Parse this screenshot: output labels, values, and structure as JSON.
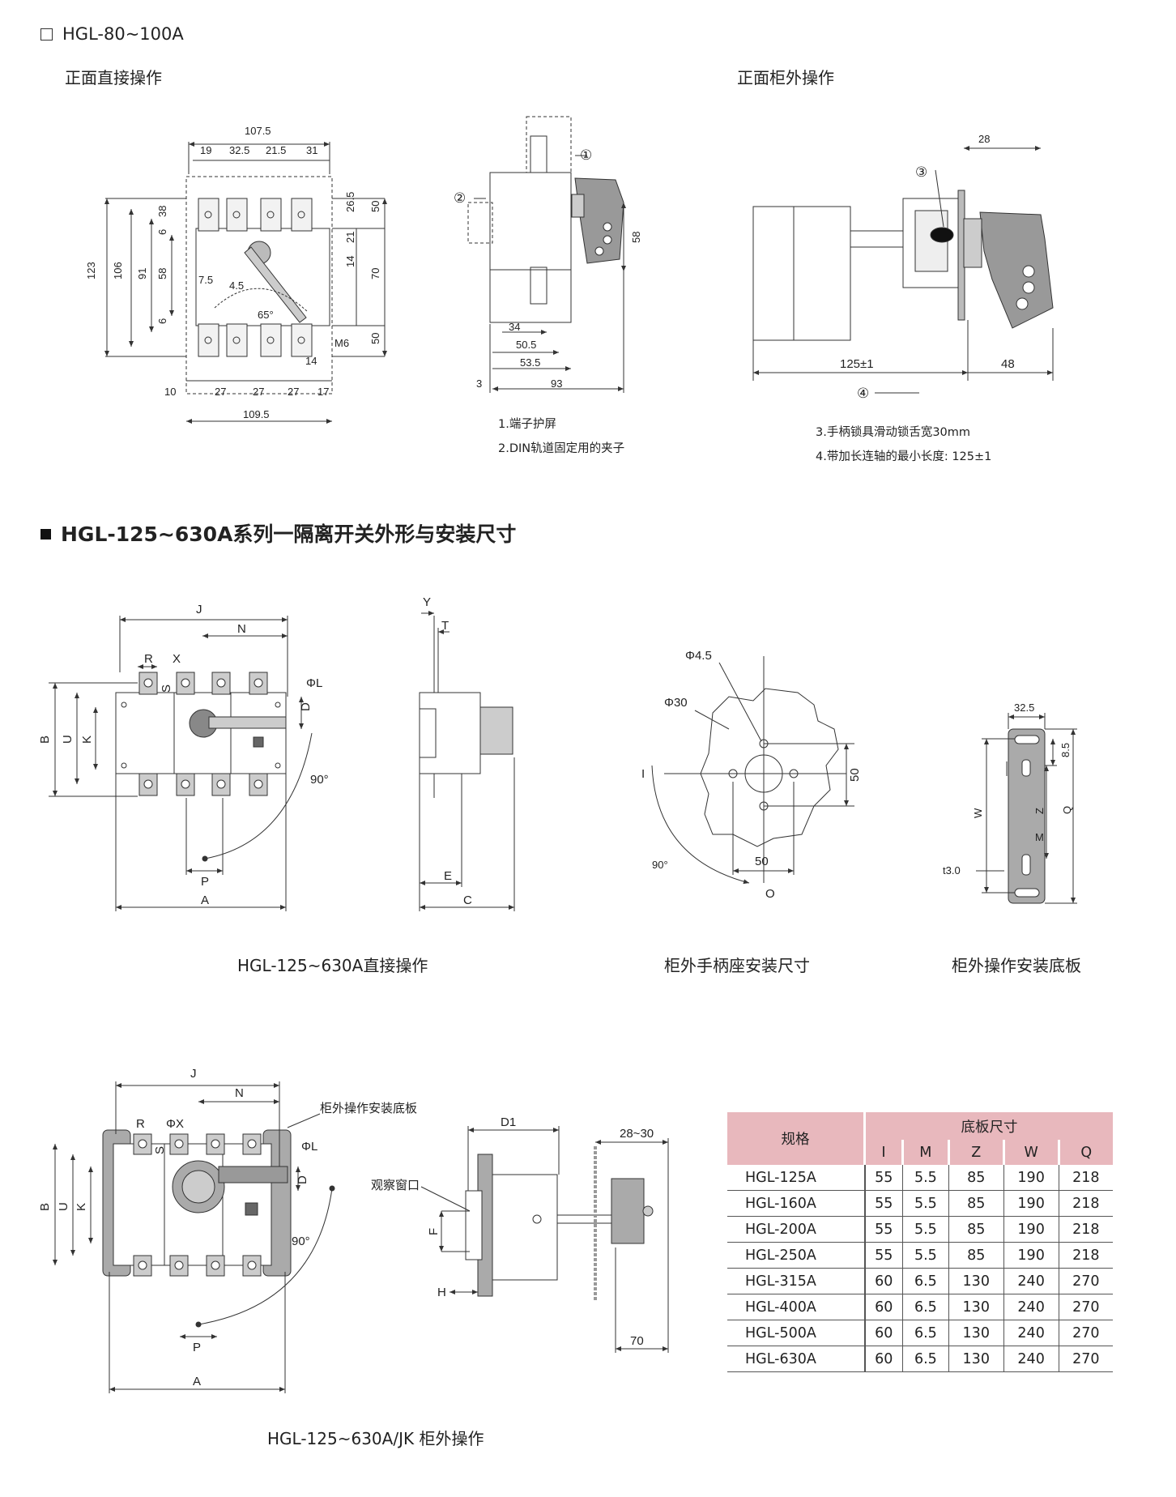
{
  "section1": {
    "title": "HGL-80~100A",
    "sub_front_direct": "正面直接操作",
    "sub_front_outside": "正面柜外操作",
    "notes": [
      "1.端子护屏",
      "2.DIN轨道固定用的夹子",
      "3.手柄锁具滑动锁舌宽30mm",
      "4.带加长连轴的最小长度:  125±1"
    ]
  },
  "dims1": {
    "w1075": "107.5",
    "d19": "19",
    "d325": "32.5",
    "d215": "21.5",
    "d31": "31",
    "d123": "123",
    "d106": "106",
    "d91": "91",
    "d58": "58",
    "d6a": "6",
    "d6b": "6",
    "d38": "38",
    "d265": "26.5",
    "d50a": "50",
    "d21": "21",
    "d14": "14",
    "d70": "70",
    "d50b": "50",
    "d75": "7.5",
    "d45": "4.5",
    "a65": "65°",
    "m6": "M6",
    "d14b": "14",
    "d10": "10",
    "d27a": "27",
    "d27b": "27",
    "d27c": "27",
    "d17": "17",
    "w1095": "109.5",
    "c1": "①",
    "c2": "②",
    "s58": "58",
    "s34": "34",
    "s505": "50.5",
    "s535": "53.5",
    "s3": "3",
    "s93": "93",
    "r28": "28",
    "c3": "③",
    "r125": "125±1",
    "r48": "48",
    "c4": "④"
  },
  "section2": {
    "title": "HGL-125~630A系列一隔离开关外形与安装尺寸",
    "cap_direct": "HGL-125~630A直接操作",
    "cap_handle": "柜外手柄座安装尺寸",
    "cap_plate": "柜外操作安装底板",
    "cap_jk": "HGL-125~630A/JK 柜外操作"
  },
  "dims2": {
    "J": "J",
    "N": "N",
    "R": "R",
    "X": "X",
    "S": "S",
    "L": "ΦL",
    "D": "D",
    "B": "B",
    "U": "U",
    "K": "K",
    "deg90": "90°",
    "P": "P",
    "A": "A",
    "Y": "Y",
    "T": "T",
    "E": "E",
    "C": "C",
    "phi45": "Φ4.5",
    "phi30": "Φ30",
    "I": "I",
    "h50": "50",
    "deg90b": "90°",
    "w50": "50",
    "O": "O",
    "p325": "32.5",
    "p85": "8.5",
    "pW": "W",
    "pZ": "Z",
    "pQ": "Q",
    "pM": "M",
    "pt3": "t3.0"
  },
  "dims3": {
    "J": "J",
    "N": "N",
    "R": "R",
    "X": "ΦX",
    "S": "S",
    "L": "ΦL",
    "D": "D",
    "B": "B",
    "U": "U",
    "K": "K",
    "deg90": "90°",
    "P": "P",
    "A": "A",
    "plate_label": "柜外操作安装底板",
    "D1": "D1",
    "r2830": "28~30",
    "window": "观察窗口",
    "F": "F",
    "H": "H",
    "r70": "70"
  },
  "table": {
    "col_spec": "规格",
    "group": "底板尺寸",
    "cols": [
      "I",
      "M",
      "Z",
      "W",
      "Q"
    ],
    "rows": [
      {
        "model": "HGL-125A",
        "vals": [
          "55",
          "5.5",
          "85",
          "190",
          "218"
        ]
      },
      {
        "model": "HGL-160A",
        "vals": [
          "55",
          "5.5",
          "85",
          "190",
          "218"
        ]
      },
      {
        "model": "HGL-200A",
        "vals": [
          "55",
          "5.5",
          "85",
          "190",
          "218"
        ]
      },
      {
        "model": "HGL-250A",
        "vals": [
          "55",
          "5.5",
          "85",
          "190",
          "218"
        ]
      },
      {
        "model": "HGL-315A",
        "vals": [
          "60",
          "6.5",
          "130",
          "240",
          "270"
        ]
      },
      {
        "model": "HGL-400A",
        "vals": [
          "60",
          "6.5",
          "130",
          "240",
          "270"
        ]
      },
      {
        "model": "HGL-500A",
        "vals": [
          "60",
          "6.5",
          "130",
          "240",
          "270"
        ]
      },
      {
        "model": "HGL-630A",
        "vals": [
          "60",
          "6.5",
          "130",
          "240",
          "270"
        ]
      }
    ]
  }
}
